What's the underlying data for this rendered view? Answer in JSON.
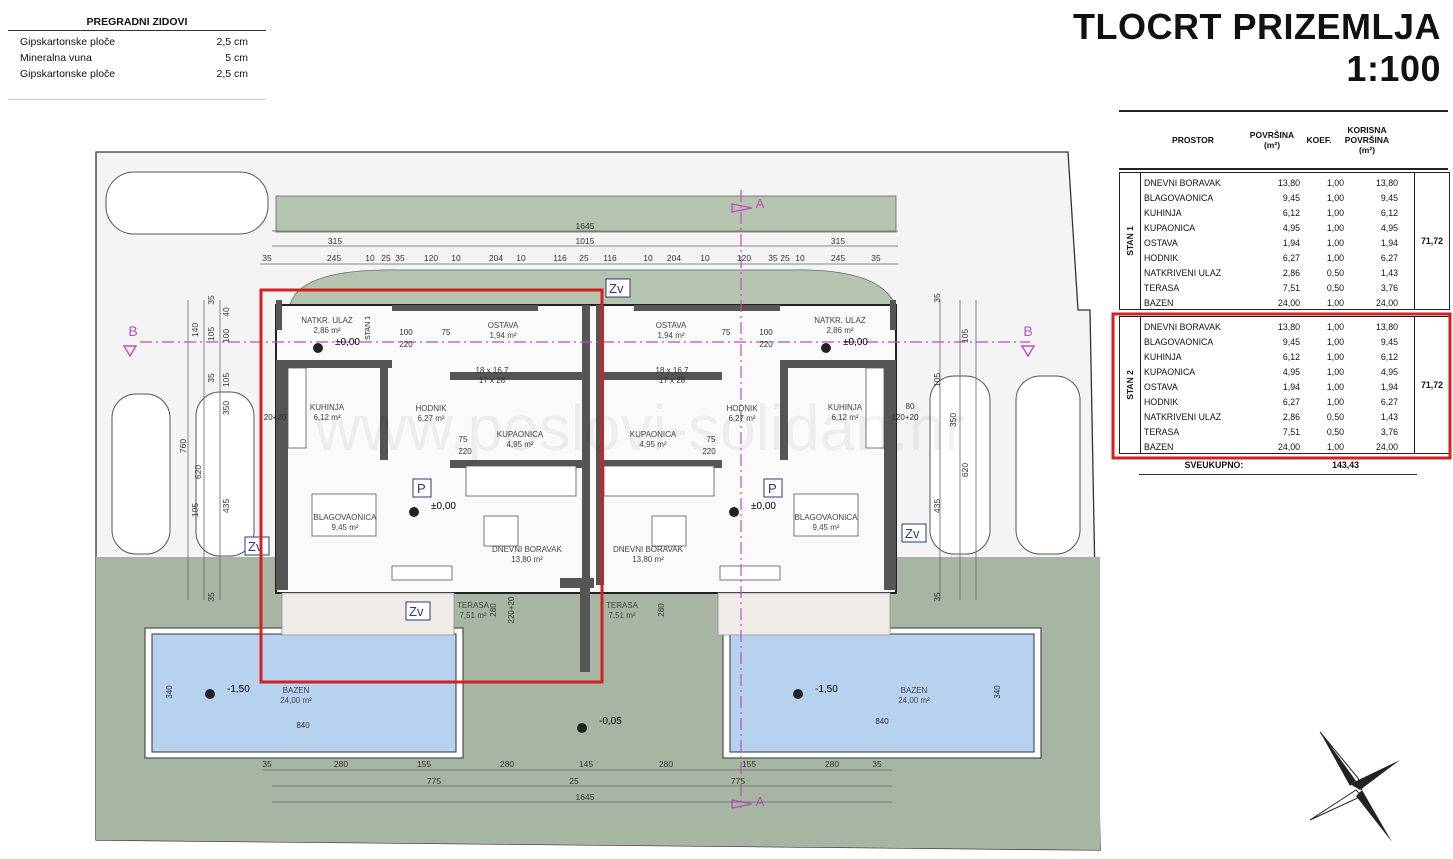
{
  "partition_walls": {
    "title": "PREGRADNI ZIDOVI",
    "layers": [
      {
        "name": "Gipskartonske ploče",
        "thickness": "2,5 cm"
      },
      {
        "name": "Mineralna vuna",
        "thickness": "5 cm"
      },
      {
        "name": "Gipskartonske ploče",
        "thickness": "2,5 cm"
      }
    ]
  },
  "plan_title": {
    "line1": "TLOCRT PRIZEMLJA",
    "line2": "1:100"
  },
  "area_table": {
    "headers": {
      "room": "PROSTOR",
      "area": "POVRŠINA (m²)",
      "coef": "KOEF.",
      "usable": "KORISNA POVRŠINA (m²)"
    },
    "units": [
      {
        "name": "STAN 1",
        "total": "71,72",
        "rows": [
          [
            "DNEVNI BORAVAK",
            "13,80",
            "1,00",
            "13,80"
          ],
          [
            "BLAGOVAONICA",
            "9,45",
            "1,00",
            "9,45"
          ],
          [
            "KUHINJA",
            "6,12",
            "1,00",
            "6,12"
          ],
          [
            "KUPAONICA",
            "4,95",
            "1,00",
            "4,95"
          ],
          [
            "OSTAVA",
            "1,94",
            "1,00",
            "1,94"
          ],
          [
            "HODNIK",
            "6,27",
            "1,00",
            "6,27"
          ],
          [
            "NATKRIVENI ULAZ",
            "2,86",
            "0,50",
            "1,43"
          ],
          [
            "TERASA",
            "7,51",
            "0,50",
            "3,76"
          ],
          [
            "BAZEN",
            "24,00",
            "1,00",
            "24,00"
          ]
        ]
      },
      {
        "name": "STAN 2",
        "total": "71,72",
        "rows": [
          [
            "DNEVNI BORAVAK",
            "13,80",
            "1,00",
            "13,80"
          ],
          [
            "BLAGOVAONICA",
            "9,45",
            "1,00",
            "9,45"
          ],
          [
            "KUHINJA",
            "6,12",
            "1,00",
            "6,12"
          ],
          [
            "KUPAONICA",
            "4,95",
            "1,00",
            "4,95"
          ],
          [
            "OSTAVA",
            "1,94",
            "1,00",
            "1,94"
          ],
          [
            "HODNIK",
            "6,27",
            "1,00",
            "6,27"
          ],
          [
            "NATKRIVENI ULAZ",
            "2,86",
            "0,50",
            "1,43"
          ],
          [
            "TERASA",
            "7,51",
            "0,50",
            "3,76"
          ],
          [
            "BAZEN",
            "24,00",
            "1,00",
            "24,00"
          ]
        ]
      }
    ],
    "grand_total_label": "SVEUKUPNO:",
    "grand_total": "143,43"
  },
  "plan": {
    "top_dims": {
      "total": "1645",
      "row2": [
        "315",
        "1015",
        "315"
      ],
      "row3": [
        "35",
        "245",
        "10",
        "25",
        "35",
        "120",
        "10",
        "204",
        "10",
        "116",
        "25",
        "116",
        "10",
        "204",
        "10",
        "120",
        "35",
        "25",
        "10",
        "245",
        "35"
      ]
    },
    "bottom_dims": {
      "row1": [
        "35",
        "280",
        "155",
        "280",
        "145",
        "280",
        "155",
        "280",
        "35"
      ],
      "row2": [
        "775",
        "25",
        "775"
      ],
      "total": "1645"
    },
    "left_dims": [
      "35",
      "140",
      "105",
      "35",
      "100",
      "40",
      "105",
      "760",
      "350",
      "620",
      "435",
      "35",
      "105"
    ],
    "section_marks": {
      "a": "A",
      "b": "B"
    },
    "room_labels": [
      {
        "name": "NATKR. ULAZ",
        "area": "2,86 m²"
      },
      {
        "name": "OSTAVA",
        "area": "1,94 m²"
      },
      {
        "name": "HODNIK",
        "area": "6,27 m²"
      },
      {
        "name": "KUHINJA",
        "area": "6,12 m²"
      },
      {
        "name": "KUPAONICA",
        "area": "4,95 m²"
      },
      {
        "name": "BLAGOVAONICA",
        "area": "9,45 m²"
      },
      {
        "name": "DNEVNI BORAVAK",
        "area": "13,80 m²"
      },
      {
        "name": "TERASA",
        "area": "7,51 m²"
      },
      {
        "name": "BAZEN",
        "area": "24,00 m²"
      }
    ],
    "levels": {
      "ground": "±0,00",
      "pool": "-1,50",
      "yard": "-0,05"
    },
    "markers": {
      "parking": "P",
      "zv": "Zv",
      "stair": "18 x 16,7",
      "stair2": "17 x 28",
      "stan": "STAN 1"
    },
    "small_dims": {
      "d100": "100",
      "d220": "220",
      "d75": "75",
      "d80": "80",
      "d20_20": "20+20",
      "d120_20": "120+20",
      "d220_20": "220+20",
      "d280": "280",
      "d340": "340",
      "d840": "840"
    },
    "watermark": "www.poslovi-solidan.hr"
  }
}
